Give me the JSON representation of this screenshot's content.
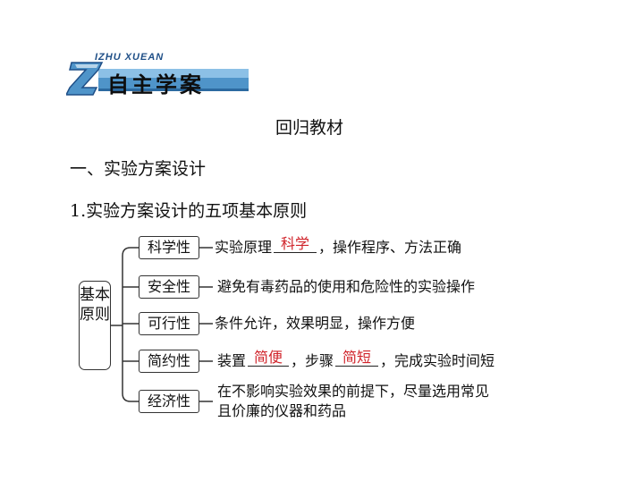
{
  "logo": {
    "pinyin": "IZHU XUEAN",
    "title": "自主学案"
  },
  "section_title": "回归教材",
  "heading": "一、实验方案设计",
  "subheading": "1.实验方案设计的五项基本原则",
  "diagram": {
    "root": "基本原则",
    "branches": [
      {
        "node": "科学性",
        "before": "实验原理",
        "blank": "科学",
        "after": "，操作程序、方法正确"
      },
      {
        "node": "安全性",
        "text": "避免有毒药品的使用和危险性的实验操作"
      },
      {
        "node": "可行性",
        "text": "条件允许，效果明显，操作方便"
      },
      {
        "node": "简约性",
        "before": "装置",
        "blank1": "简便",
        "middle": "，步骤",
        "blank2": "简短",
        "after": "，完成实验时间短"
      },
      {
        "node": "经济性",
        "line1": "在不影响实验效果的前提下，尽量选用常见",
        "line2": "且价廉的仪器和药品"
      }
    ]
  },
  "colors": {
    "answer": "#d0232a",
    "logo_blue": "#4f94c9",
    "logo_dark": "#1f4f87"
  }
}
